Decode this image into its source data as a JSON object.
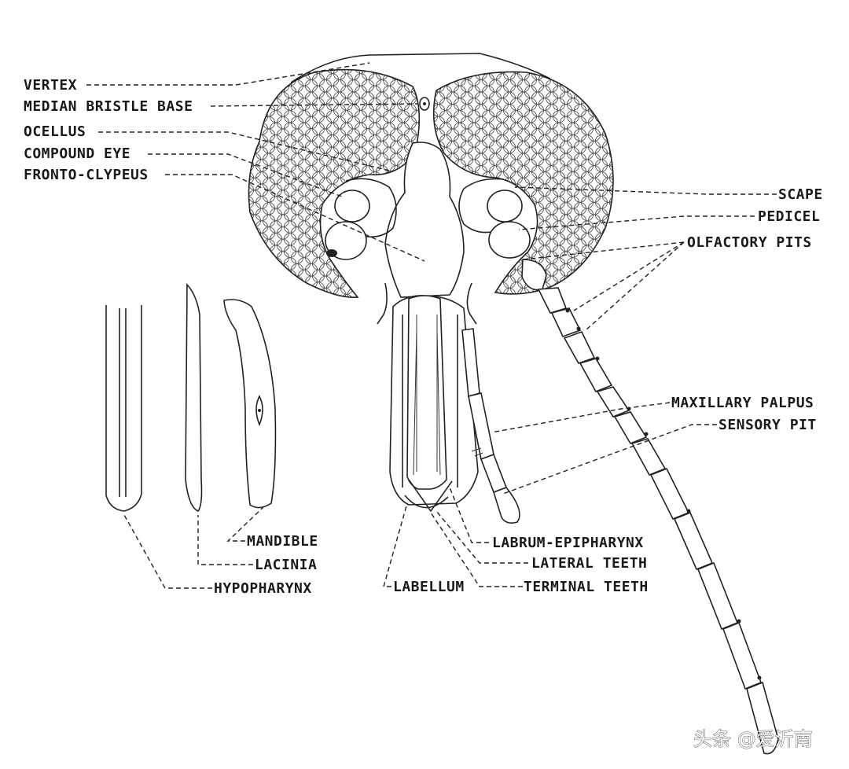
{
  "labels": {
    "vertex": "VERTEX",
    "median_bristle_base": "MEDIAN BRISTLE BASE",
    "ocellus": "OCELLUS",
    "compound_eye": "COMPOUND EYE",
    "fronto_clypeus": "FRONTO-CLYPEUS",
    "scape": "SCAPE",
    "pedicel": "PEDICEL",
    "olfactory_pits": "OLFACTORY PITS",
    "maxillary_palpus": "MAXILLARY PALPUS",
    "sensory_pit": "SENSORY PIT",
    "mandible": "MANDIBLE",
    "lacinia": "LACINIA",
    "hypopharynx": "HYPOPHARYNX",
    "labrum_epipharynx": "LABRUM-EPIPHARYNX",
    "lateral_teeth": "LATERAL TEETH",
    "terminal_teeth": "TERMINAL TEETH",
    "labellum": "LABELLUM"
  },
  "watermark": "头条 @爱沂南"
}
